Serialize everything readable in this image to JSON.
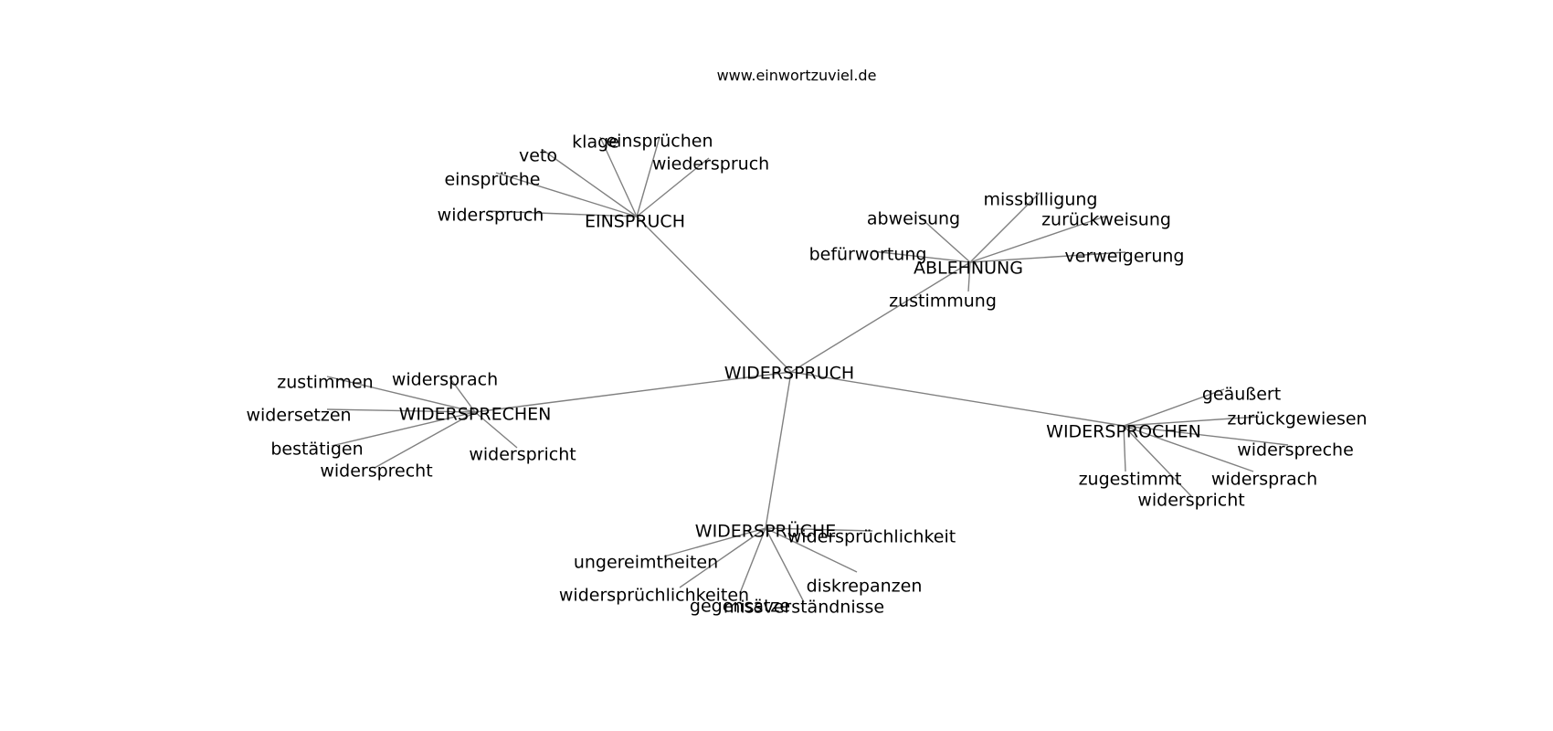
{
  "site": "www.einwortzuviel.de",
  "graph": {
    "root": "WIDERSPRUCH",
    "hubs": [
      {
        "label": "EINSPRUCH",
        "leaves": [
          "einsprüchen",
          "klage",
          "veto",
          "wiederspruch",
          "einsprüche",
          "widerspruch"
        ]
      },
      {
        "label": "ABLEHNUNG",
        "leaves": [
          "missbilligung",
          "abweisung",
          "zurückweisung",
          "befürwortung",
          "verweigerung",
          "zustimmung"
        ]
      },
      {
        "label": "WIDERSPRECHEN",
        "leaves": [
          "widersprach",
          "zustimmen",
          "widersetzen",
          "bestätigen",
          "widerspricht",
          "widersprecht"
        ]
      },
      {
        "label": "WIDERSPROCHEN",
        "leaves": [
          "geäußert",
          "zurückgewiesen",
          "widerspreche",
          "zugestimmt",
          "widersprach",
          "widerspricht"
        ]
      },
      {
        "label": "WIDERSPRÜCHE",
        "leaves": [
          "widersprüchlichkeit",
          "ungereimtheiten",
          "widersprüchlichkeiten",
          "diskrepanzen",
          "gegensätze",
          "missverständnisse"
        ]
      }
    ]
  }
}
